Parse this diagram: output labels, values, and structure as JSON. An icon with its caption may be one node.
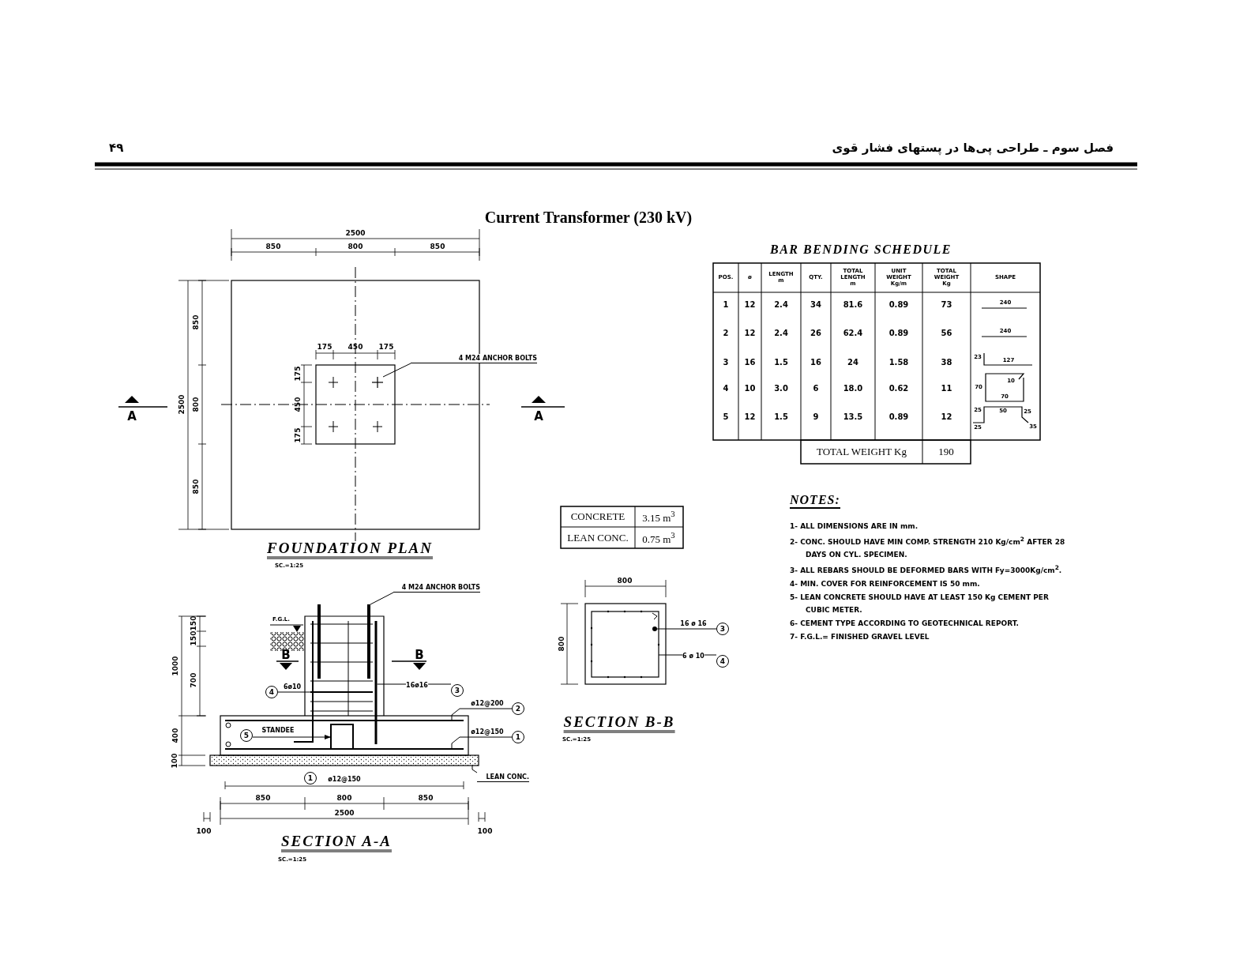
{
  "diagram": {
    "title": "Current Transformer (230 kV)",
    "nodes": [
      {
        "text": [
          "4 M24 ANCHOR BOLTS"
        ]
      },
      {
        "text": [],
        "shape": "cross"
      },
      {
        "text": [
          "4 M24 ANCHOR BOLTS"
        ]
      },
      {
        "text": [],
        "shape": "bar"
      },
      {
        "text": [
          "4"
        ]
      },
      {
        "text": [],
        "shape": "bar"
      },
      {
        "text": [
          "3"
        ]
      },
      {
        "text": [],
        "shape": "bar"
      },
      {
        "text": [
          "2"
        ]
      },
      {
        "text": [],
        "shape": "bar"
      },
      {
        "text": [
          "1"
        ]
      },
      {
        "text": [],
        "shape": "bar"
      },
      {
        "text": [
          "5"
        ]
      },
      {
        "text": [],
        "shape": "bar"
      },
      {
        "text": [
          "LEAN CONC."
        ]
      },
      {
        "text": [],
        "shape": "box"
      },
      {
        "text": [
          "1"
        ],
        "beside": [
          "ø12@150"
        ]
      },
      {
        "text": [
          "3"
        ]
      },
      {
        "text": [],
        "shape": "box"
      },
      {
        "text": [],
        "shape": "circle",
        "in": 18
      },
      {
        "text": [
          "4"
        ]
      }
    ],
    "edges": [
      {
        "from": 0,
        "to": 1,
        "arrow": "none"
      },
      {
        "from": 2,
        "to": 3,
        "arrow": "none"
      },
      {
        "from": 4,
        "to": 5,
        "arrow": "none",
        "label": "6ø10"
      },
      {
        "from": 6,
        "to": 7,
        "arrow": "none",
        "label": "16ø16"
      },
      {
        "from": 8,
        "to": 9,
        "arrow": "none",
        "label": "ø12@200"
      },
      {
        "from": 10,
        "to": 11,
        "arrow": "none",
        "label": "ø12@150"
      },
      {
        "from": 12,
        "to": 13,
        "arrow": "to",
        "label": "STANDEE"
      },
      {
        "from": 14,
        "to": 15,
        "arrow": "none"
      },
      {
        "from": 17,
        "to": 19,
        "arrow": "none",
        "label": "16 ø 16"
      },
      {
        "from": 20,
        "to": 18,
        "arrow": "none",
        "label": "6 ø 10"
      }
    ],
    "labels": [
      "فصل سوم ـ طراحی پی‌ها در پستهای فشار قوی",
      "۴۹",
      "2500",
      "850",
      "800",
      "850",
      "175",
      "450",
      "175",
      "2500",
      "850",
      "800",
      "850",
      "175",
      "450",
      "175",
      "A",
      "A",
      "FOUNDATION PLAN",
      "SC.=1:25",
      "BAR BENDING SCHEDULE",
      "POS.",
      "ø",
      "LENGTH m",
      "QTY.",
      "TOTAL LENGTH m",
      "UNIT WEIGHT Kg/m",
      "TOTAL WEIGHT Kg",
      "SHAPE",
      "1",
      "12",
      "2.4",
      "34",
      "81.6",
      "0.89",
      "73",
      "2",
      "12",
      "2.4",
      "26",
      "62.4",
      "0.89",
      "56",
      "3",
      "16",
      "1.5",
      "16",
      "24",
      "1.58",
      "38",
      "4",
      "10",
      "3.0",
      "6",
      "18.0",
      "0.62",
      "11",
      "5",
      "12",
      "1.5",
      "9",
      "13.5",
      "0.89",
      "12",
      "240",
      "240",
      "23",
      "127",
      "10",
      "70",
      "70",
      "25",
      "50",
      "25",
      "25",
      "35",
      "TOTAL WEIGHT Kg",
      "190",
      "CONCRETE",
      "3.15 m$^{3}$",
      "LEAN CONC.",
      "0.75 m$^{3}$",
      "NOTES:",
      "1- ALL DIMENSIONS ARE IN mm.",
      "2- CONC. SHOULD HAVE MIN COMP. STRENGTH 210 Kg/cm$^{2}$ AFTER 28 DAYS ON CYL. SPECIMEN.",
      "3- ALL REBARS SHOULD BE DEFORMED BARS WITH Fy=3000Kg/cm$^{2}$.",
      "4- MIN. COVER FOR REINFORCEMENT IS 50 mm.",
      "5- LEAN CONCRETE SHOULD HAVE AT LEAST 150 Kg CEMENT PER CUBIC METER.",
      "6- CEMENT TYPE ACCORDING TO GEOTECHNICAL REPORT.",
      "7- F.G.L.= FINISHED GRAVEL LEVEL",
      "150",
      "150",
      "1000",
      "700",
      "400",
      "100",
      "F.G.L.",
      "B",
      "B",
      "850",
      "800",
      "850",
      "2500",
      "100",
      "100",
      "SECTION A-A",
      "SC.=1:25",
      "800",
      "800",
      "SECTION B-B",
      "SC.=1:25"
    ]
  }
}
